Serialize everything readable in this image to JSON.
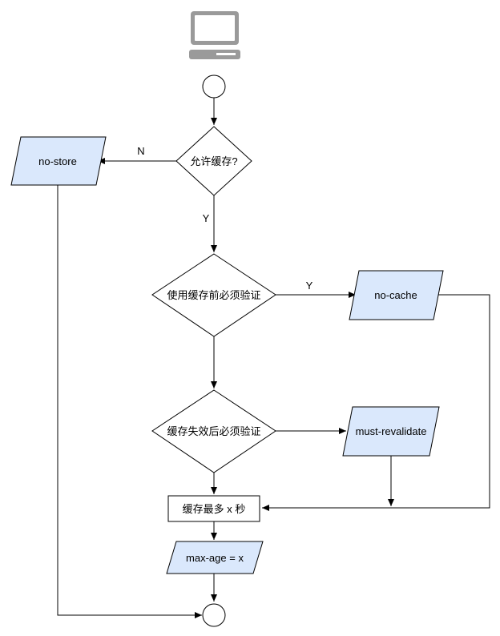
{
  "nodes": {
    "allow_cache": "允许缓存?",
    "validate_before_use": "使用缓存前必须验证",
    "validate_after_expire": "缓存失效后必须验证",
    "cache_max": "缓存最多 x 秒",
    "no_store": "no-store",
    "no_cache": "no-cache",
    "must_revalidate": "must-revalidate",
    "max_age": "max-age = x"
  },
  "edges": {
    "no": "N",
    "yes1": "Y",
    "yes2": "Y"
  },
  "icons": {
    "top": "computer-icon"
  },
  "colors": {
    "parallelogram_fill": "#dae8fc",
    "stroke": "#000000"
  }
}
